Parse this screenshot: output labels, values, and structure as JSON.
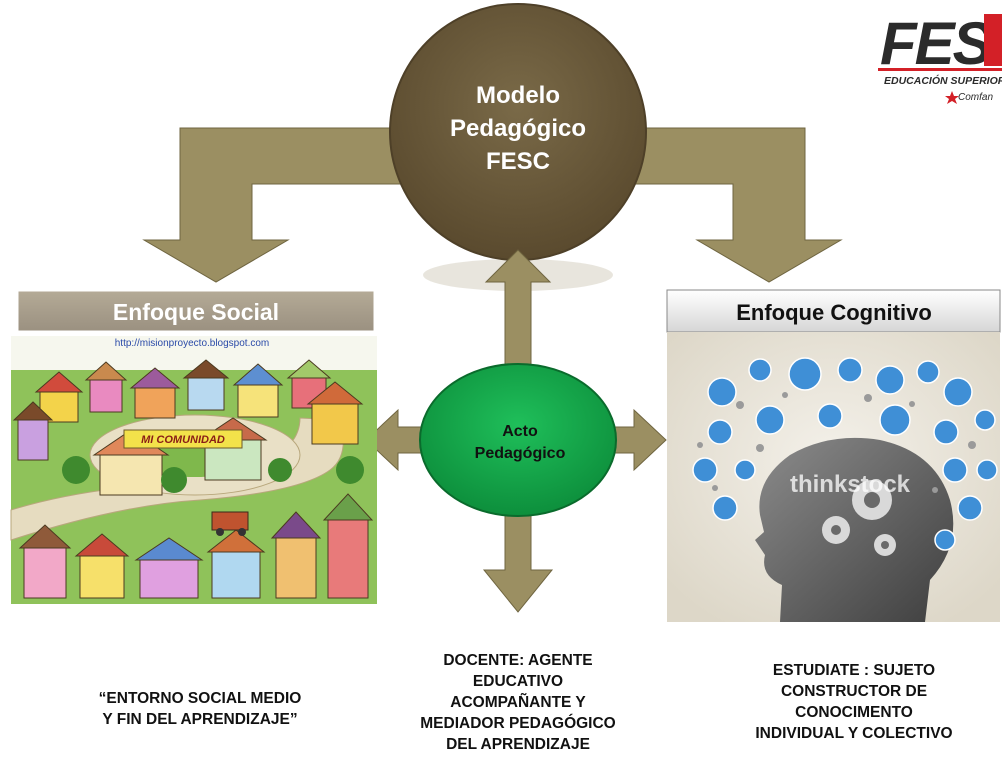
{
  "center_circle": {
    "lines": [
      "Modelo",
      "Pedagógico",
      "FESC"
    ]
  },
  "inner_circle": {
    "lines": [
      "Acto",
      "Pedagógico"
    ]
  },
  "left_card": {
    "title": "Enfoque Social",
    "url": "http://misionproyecto.blogspot.com",
    "sign": "MI COMUNIDAD"
  },
  "right_card": {
    "title": "Enfoque Cognitivo",
    "watermark": "thinkstock"
  },
  "logo": {
    "letters": "FESC",
    "subtitle": "EDUCACIÓN SUPERIOR",
    "brand": "Comfan"
  },
  "captions": {
    "left": [
      "“ENTORNO SOCIAL MEDIO",
      "Y FIN DEL APRENDIZAJE”"
    ],
    "center": [
      "DOCENTE: AGENTE",
      "EDUCATIVO",
      "ACOMPAÑANTE Y",
      "MEDIADOR PEDAGÓGICO",
      "DEL APRENDIZAJE"
    ],
    "right": [
      "ESTUDIATE : SUJETO",
      "CONSTRUCTOR DE",
      "CONOCIMENTO",
      "INDIVIDUAL Y COLECTIVO"
    ]
  },
  "colors": {
    "arrow": "#9b8f62",
    "arrow_stroke": "#6f6540",
    "center_circle": "#6b5a3b",
    "inner_circle": "#12a84b",
    "logo_red": "#d32027",
    "logo_dark": "#2b2b2b"
  }
}
